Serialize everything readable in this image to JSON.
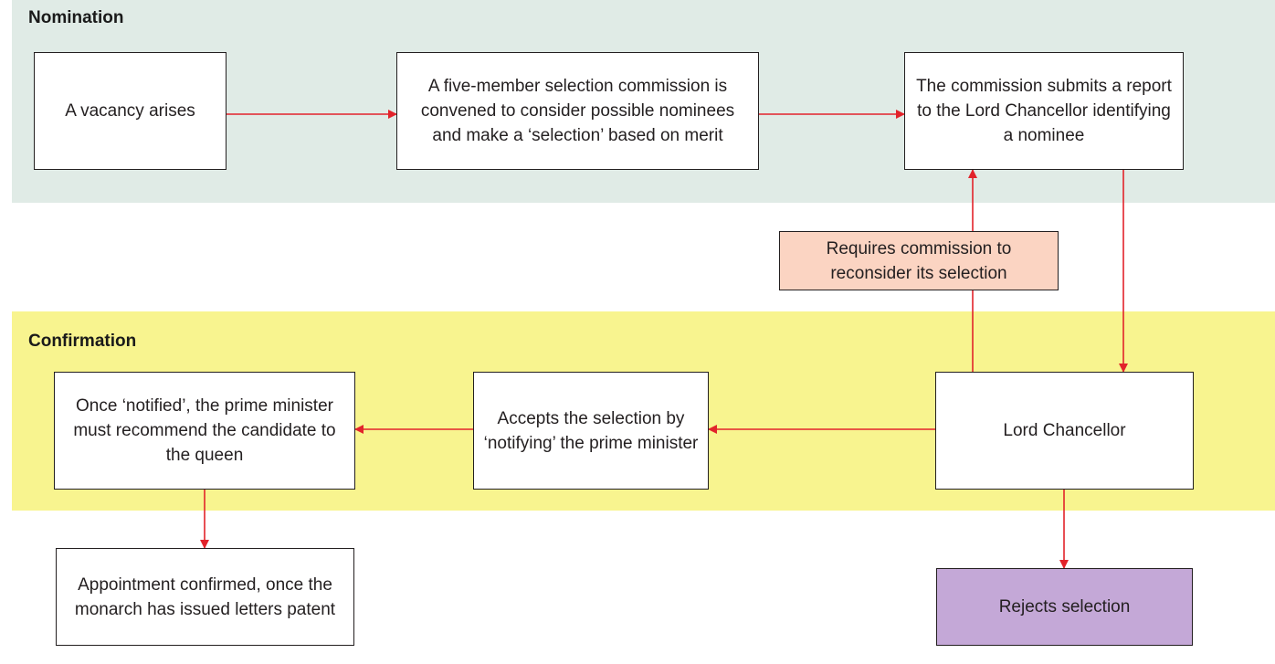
{
  "bands": {
    "nomination": {
      "title": "Nomination",
      "color": "#e0ebe6"
    },
    "confirmation": {
      "title": "Confirmation",
      "color": "#f8f48f"
    }
  },
  "boxes": {
    "vacancy": "A vacancy arises",
    "commission": "A five-member selection commission is convened to consider possible nominees and make a ‘selection’ based on merit",
    "report": "The commission submits a report to the Lord Chancellor identifying a nominee",
    "reconsider": "Requires commission to reconsider its selection",
    "lord_chancellor": "Lord Chancellor",
    "accepts": "Accepts the selection by ‘notifying’ the prime minister",
    "prime_minister": "Once ‘notified’, the prime minister must recommend the candidate to the queen",
    "confirmed": "Appointment confirmed, once the monarch has issued letters patent",
    "rejects": "Rejects selection"
  },
  "colors": {
    "box_fill": "#ffffff",
    "reconsider_fill": "#fbd4c2",
    "rejects_fill": "#c4a8d7",
    "arrow": "#e2232b",
    "border": "#231f20"
  }
}
